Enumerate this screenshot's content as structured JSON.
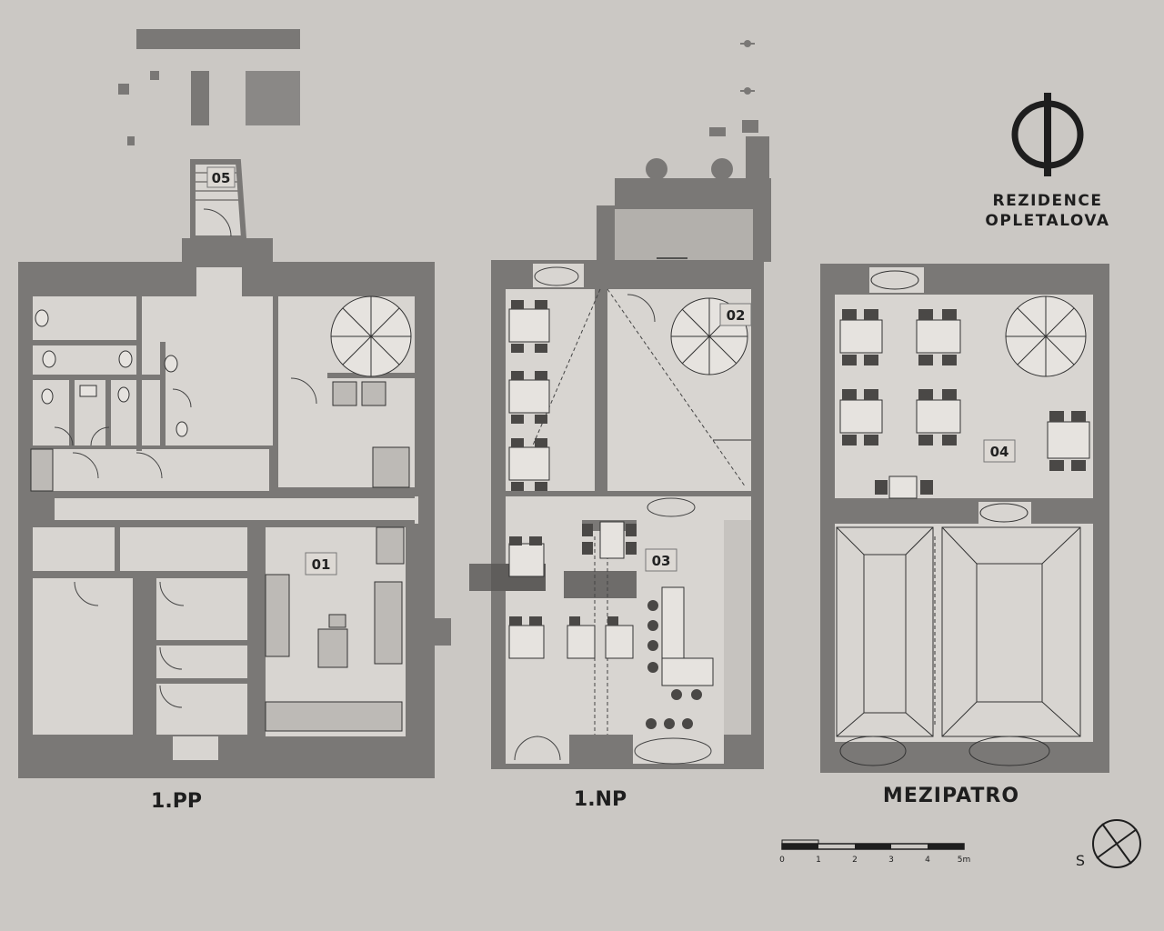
{
  "logo": {
    "symbol": "Φ",
    "line1": "REZIDENCE",
    "line2": "OPLETALOVA"
  },
  "plans": [
    {
      "label": "1.PP"
    },
    {
      "label": "1.NP"
    },
    {
      "label": "MEZIPATRO"
    }
  ],
  "rooms": {
    "r01": "01",
    "r02": "02",
    "r03": "03",
    "r04": "04",
    "r05": "05"
  },
  "scale_bar": {
    "ticks": [
      "0",
      "1",
      "2",
      "3",
      "4",
      "5m"
    ]
  },
  "north": {
    "label": "S"
  },
  "colors": {
    "paper": "#c9c6c2",
    "wall": "#7a7876",
    "floor": "#d8d5d1",
    "ink": "#1e1e1e"
  }
}
